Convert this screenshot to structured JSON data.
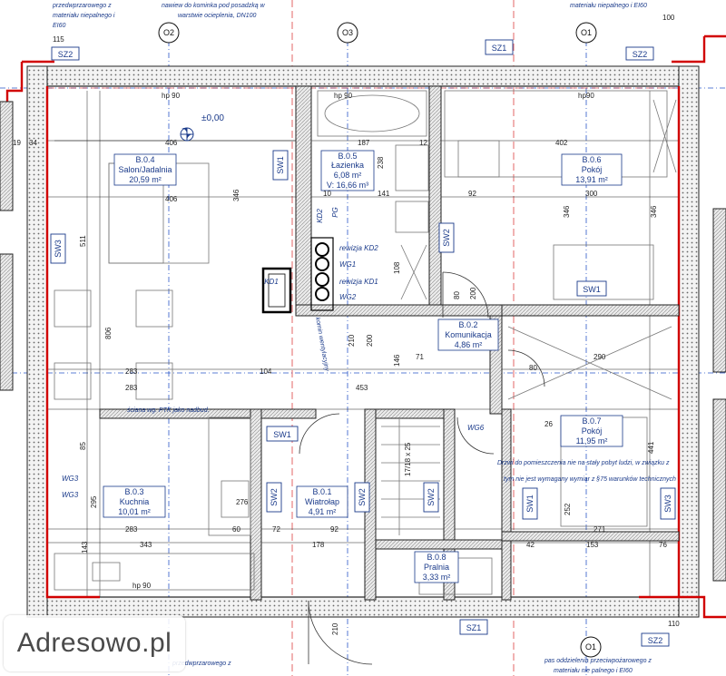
{
  "top_notes": {
    "left_fire": [
      "przedwprzarowego z",
      "materiału niepalnego i",
      "EI60"
    ],
    "chimney": [
      "nawiew do kominka pod posadzką w",
      "warstwie ocieplenia, DN100"
    ],
    "right_fire": "materiału niepalnego i EI60"
  },
  "bottom_notes": {
    "left_fire": "przedwprzarowego z",
    "right_fire": [
      "pas oddzielenia przeciwpożarowego z",
      "materiału nie palnego i EI60"
    ]
  },
  "grid_markers": [
    "O2",
    "O3",
    "O1",
    "O1"
  ],
  "element_tags": {
    "sz1_top": "SZ1",
    "sz2_top_left": "SZ2",
    "sz2_top_right": "SZ2",
    "sz1_bottom": "SZ1",
    "sz2_bottom_right": "SZ2",
    "sw1_bath": "SW1",
    "sw2_bath": "SW2",
    "sw3_left": "SW3",
    "sw1_room": "SW1",
    "sw1_vest": "SW1",
    "sw2_kitchen": "SW2",
    "sw2_vest": "SW2",
    "sw2_stairs": "SW2",
    "sw1_lower": "SW1",
    "sw3_right": "SW3",
    "kd2": "KD2",
    "pg": "PG",
    "kd1": "KD1"
  },
  "rooms": [
    {
      "id": "B.0.4",
      "name": "Salon/Jadalnia",
      "area": "20,59 m²"
    },
    {
      "id": "B.0.5",
      "name": "Łazienka",
      "area": "6,08 m²",
      "volume": "V: 16,66 m³"
    },
    {
      "id": "B.0.6",
      "name": "Pokój",
      "area": "13,91 m²"
    },
    {
      "id": "B.0.2",
      "name": "Komunikacja",
      "area": "4,86 m²"
    },
    {
      "id": "B.0.7",
      "name": "Pokój",
      "area": "11,95 m²"
    },
    {
      "id": "B.0.3",
      "name": "Kuchnia",
      "area": "10,01 m²"
    },
    {
      "id": "B.0.1",
      "name": "Wiatrołap",
      "area": "4,91 m²"
    },
    {
      "id": "B.0.8",
      "name": "Pralnia",
      "area": "3,33 m²"
    }
  ],
  "level_mark": "±0,00",
  "installations": {
    "kd2": "rewizja KD2",
    "wg1": "WG1",
    "kd1": "rewizja KD1",
    "wg2": "WG2",
    "wg3": "WG3",
    "wg3b": "WG3",
    "wg6": "WG6"
  },
  "annotations": {
    "hp90_a": "hp 90",
    "hp90_b": "hp 90",
    "hp90_c": "hp90",
    "hp90_d": "hp 90",
    "chimney_label": "ściana wg. PTK jako nadbud.",
    "vent_label": "komin wentylacyjny",
    "stairs": "17/18 x 25",
    "door_note": [
      "Drzwi do pomieszczenia nie na stały pobyt ludzi, w związku z",
      "tym nie jest wymagany wymiar z §75 warunków technicznych"
    ]
  },
  "dimensions": {
    "d115": "115",
    "d100": "100",
    "d406a": "406",
    "d406b": "406",
    "d187": "187",
    "d402": "402",
    "d300": "300",
    "d10": "10",
    "d141": "141",
    "d92a": "92",
    "d346a": "346",
    "d346b": "346",
    "d346c": "346",
    "d511": "511",
    "d806": "806",
    "d283a": "283",
    "d283b": "283",
    "d104": "104",
    "d453": "453",
    "d290": "290",
    "d283c": "283",
    "d60": "60",
    "d72": "72",
    "d92b": "92",
    "d271": "271",
    "d343": "343",
    "d178": "178",
    "d153": "153",
    "d295": "295",
    "d143": "143",
    "d441": "441",
    "d252": "252",
    "d276": "276",
    "d210a": "210",
    "d200a": "200",
    "d80a": "80",
    "d200b": "200",
    "d80b": "80",
    "d71": "71",
    "d146": "146",
    "d108": "108",
    "d19": "19",
    "d34": "34",
    "d238": "238",
    "d12": "12",
    "d76": "76",
    "d42": "42",
    "d26": "26",
    "d85": "85",
    "d210b": "210",
    "d110": "110"
  },
  "watermark": "Adresowo.pl",
  "colors": {
    "fire_line": "#d10000",
    "tag_blue": "#1a3a8a",
    "wall_fill": "#e6e6e6",
    "axis_blue": "#2a56c8"
  }
}
